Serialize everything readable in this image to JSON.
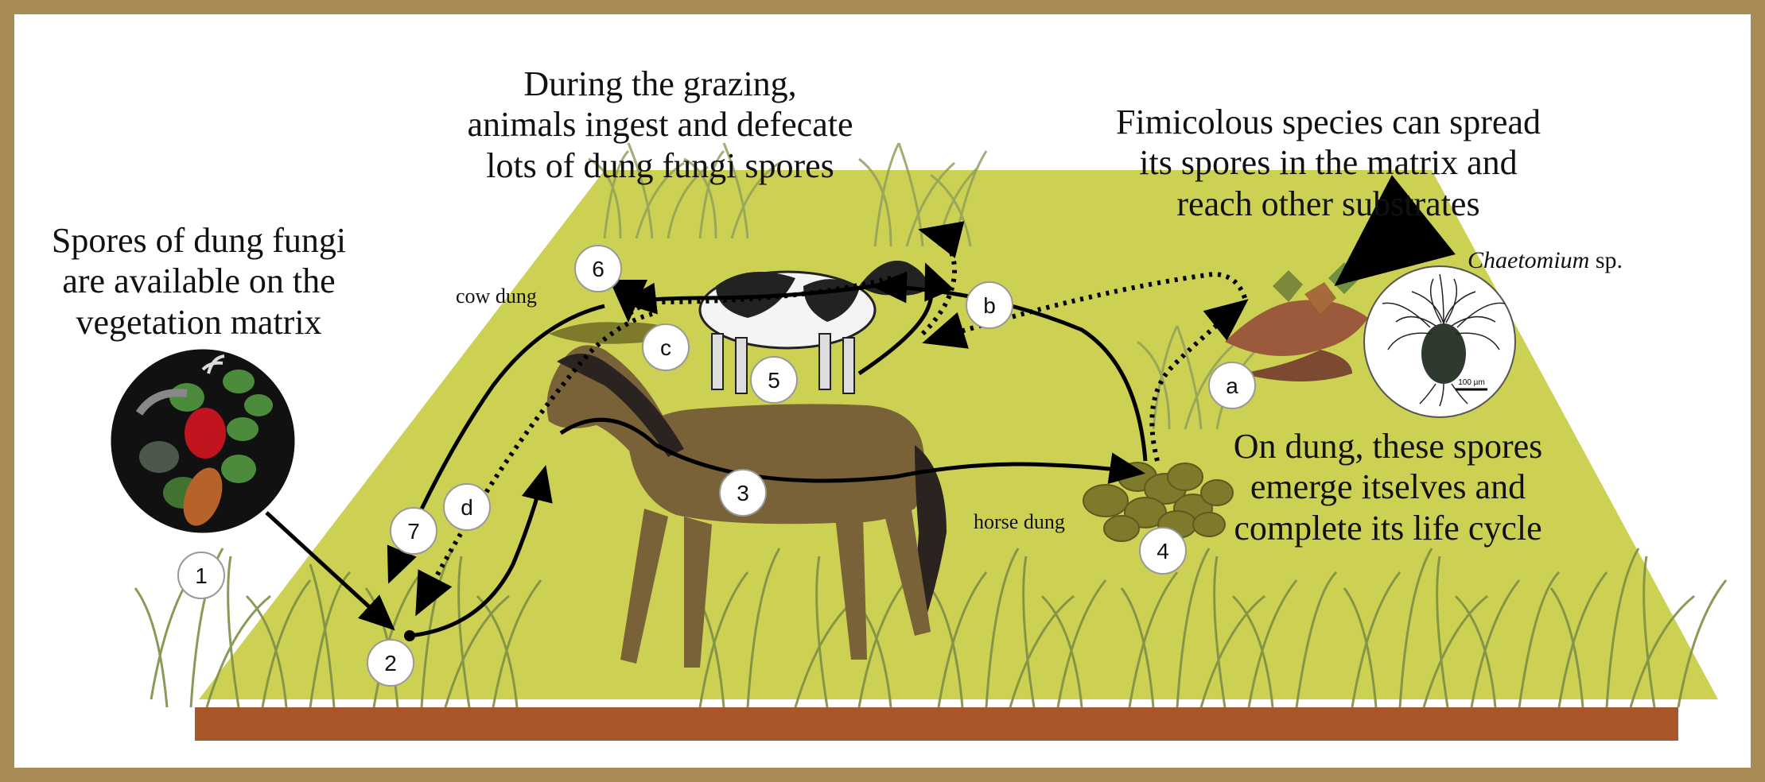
{
  "captions": {
    "grazing": "During the grazing,\nanimals ingest and defecate\nlots of dung fungi spores",
    "fimicolous": "Fimicolous species can spread\nits spores in the matrix and\nreach other substrates",
    "spores_available": "Spores of dung fungi\nare available on the\nvegetation matrix",
    "on_dung": "On dung, these spores\nemerge itselves and\ncomplete its life cycle"
  },
  "labels": {
    "cow_dung": "cow dung",
    "horse_dung": "horse dung"
  },
  "species": {
    "genus": "Chaetomium",
    "suffix": " sp.",
    "scale_bar": "100 µm"
  },
  "steps": {
    "s1": "1",
    "s2": "2",
    "s3": "3",
    "s4": "4",
    "s5": "5",
    "s6": "6",
    "s7": "7",
    "a": "a",
    "b": "b",
    "c": "c",
    "d": "d"
  },
  "colors": {
    "frame": "#a88a55",
    "field": "#cdd153",
    "soil": "#a9562a",
    "grass": "#7c8f45",
    "horse": "#7a6238",
    "horse_mane": "#2b2320",
    "dung": "#7e7a2c",
    "arrow": "#000000"
  }
}
